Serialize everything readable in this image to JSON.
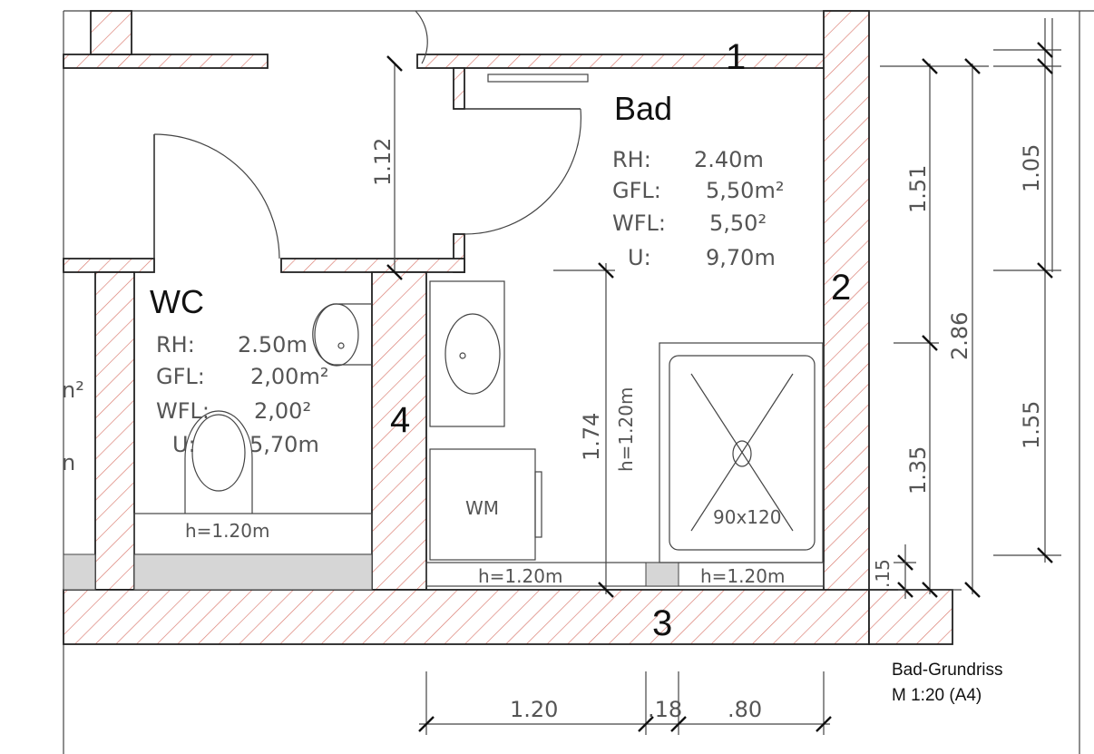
{
  "rooms": {
    "bad": {
      "name": "Bad",
      "rh_label": "RH:",
      "rh": "2.40m",
      "gfl_label": "GFL:",
      "gfl": "5,50m²",
      "wfl_label": "WFL:",
      "wfl": "5,50²",
      "u_label": "U:",
      "u": "9,70m"
    },
    "wc": {
      "name": "WC",
      "rh_label": "RH:",
      "rh": "2.50m",
      "gfl_label": "GFL:",
      "gfl": "2,00m²",
      "wfl_label": "WFL:",
      "wfl": "2,00²",
      "u_label": "U:",
      "u": "5,70m"
    },
    "left_fragment": {
      "unit1": "n²",
      "unit2": "n"
    }
  },
  "wall_numbers": [
    "1",
    "2",
    "3",
    "4"
  ],
  "fixtures": {
    "washing_machine": "WM",
    "shower": "90x120",
    "wc_ledge": "h=1.20m",
    "bad_ledge_left": "h=1.20m",
    "bad_ledge_right": "h=1.20m",
    "wall_height": "h=1.20m"
  },
  "dimensions": {
    "door_height": "1.12",
    "bad_depth": "1.74",
    "right_151": "1.51",
    "right_286": "2.86",
    "right_135": "1.35",
    "right_015": ".15",
    "far_105": "1.05",
    "far_155": "1.55",
    "bottom_120": "1.20",
    "bottom_018": ".18",
    "bottom_080": ".80"
  },
  "title_block": {
    "title": "Bad-Grundriss",
    "scale": "M 1:20 (A4)"
  },
  "colors": {
    "hatch": "#d9776b",
    "lines": "#333333",
    "ledge_fill": "#d6d6d6"
  }
}
